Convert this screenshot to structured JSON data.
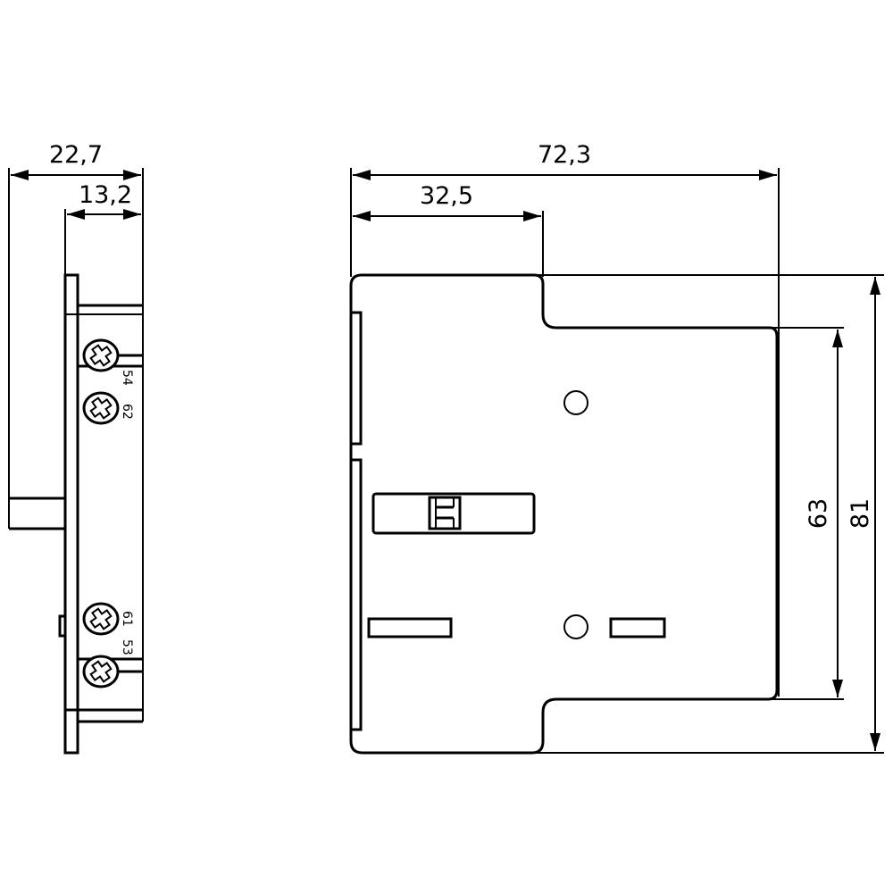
{
  "side_view": {
    "dimensions": {
      "overall_depth": "22,7",
      "module_depth": "13,2"
    },
    "terminal_labels": [
      "54",
      "62",
      "61",
      "53"
    ]
  },
  "front_view": {
    "dimensions": {
      "overall_width": "72,3",
      "offset_width": "32,5",
      "inner_height": "63",
      "overall_height": "81"
    }
  },
  "colors": {
    "line": "#000000",
    "background": "#ffffff"
  }
}
